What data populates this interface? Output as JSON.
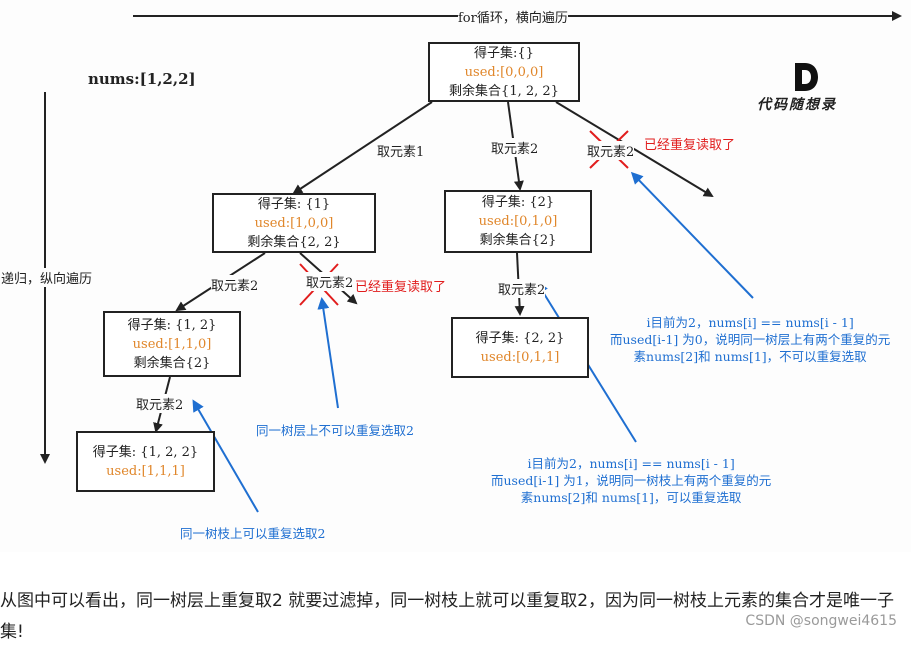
{
  "header": {
    "horizontal_label": "for循环，横向遍历",
    "vertical_label": "递归，纵向遍历",
    "nums_label": "nums:[1,2,2]"
  },
  "logo": {
    "text": "代码随想录"
  },
  "nodes": {
    "root": {
      "subset": "得子集:{}",
      "used": "used:[0,0,0]",
      "remain": "剩余集合{1, 2, 2}"
    },
    "n1": {
      "subset": "得子集: {1}",
      "used": "used:[1,0,0]",
      "remain": "剩余集合{2, 2}"
    },
    "n2": {
      "subset": "得子集: {2}",
      "used": "used:[0,1,0]",
      "remain": "剩余集合{2}"
    },
    "n12": {
      "subset": "得子集: {1, 2}",
      "used": "used:[1,1,0]",
      "remain": "剩余集合{2}"
    },
    "n22": {
      "subset": "得子集: {2, 2}",
      "used": "used:[0,1,1]"
    },
    "n122": {
      "subset": "得子集: {1, 2, 2}",
      "used": "used:[1,1,1]"
    }
  },
  "edges": {
    "take1": "取元素1",
    "take2_root": "取元素2",
    "take2_root_x": "取元素2",
    "take2_n1": "取元素2",
    "take2_n1_x": "取元素2",
    "take2_n2": "取元素2",
    "take2_n12": "取元素2"
  },
  "flags": {
    "reread_1": "已经重复读取了",
    "reread_2": "已经重复读取了"
  },
  "notes": {
    "same_layer": "同一树层上不可以重复选取2",
    "same_branch": "同一树枝上可以重复选取2",
    "layer_explain": [
      "i目前为2，nums[i] == nums[i - 1]",
      "而used[i-1] 为0，说明同一树层上有两个重复的元",
      "素nums[2]和 nums[1]，不可以重复选取"
    ],
    "branch_explain": [
      "i目前为2，nums[i] == nums[i - 1]",
      "而used[i-1] 为1，说明同一树枝上有两个重复的元",
      "素nums[2]和 nums[1]，可以重复选取"
    ]
  },
  "caption": "从图中可以看出，同一树层上重复取2 就要过滤掉，同一树枝上就可以重复取2，因为同一树枝上元素的集合才是唯一子集!",
  "watermark": "CSDN @songwei4615",
  "colors": {
    "accent_red": "#e11d1d",
    "used_orange": "#e0862a",
    "note_blue": "#1f6fd1"
  }
}
